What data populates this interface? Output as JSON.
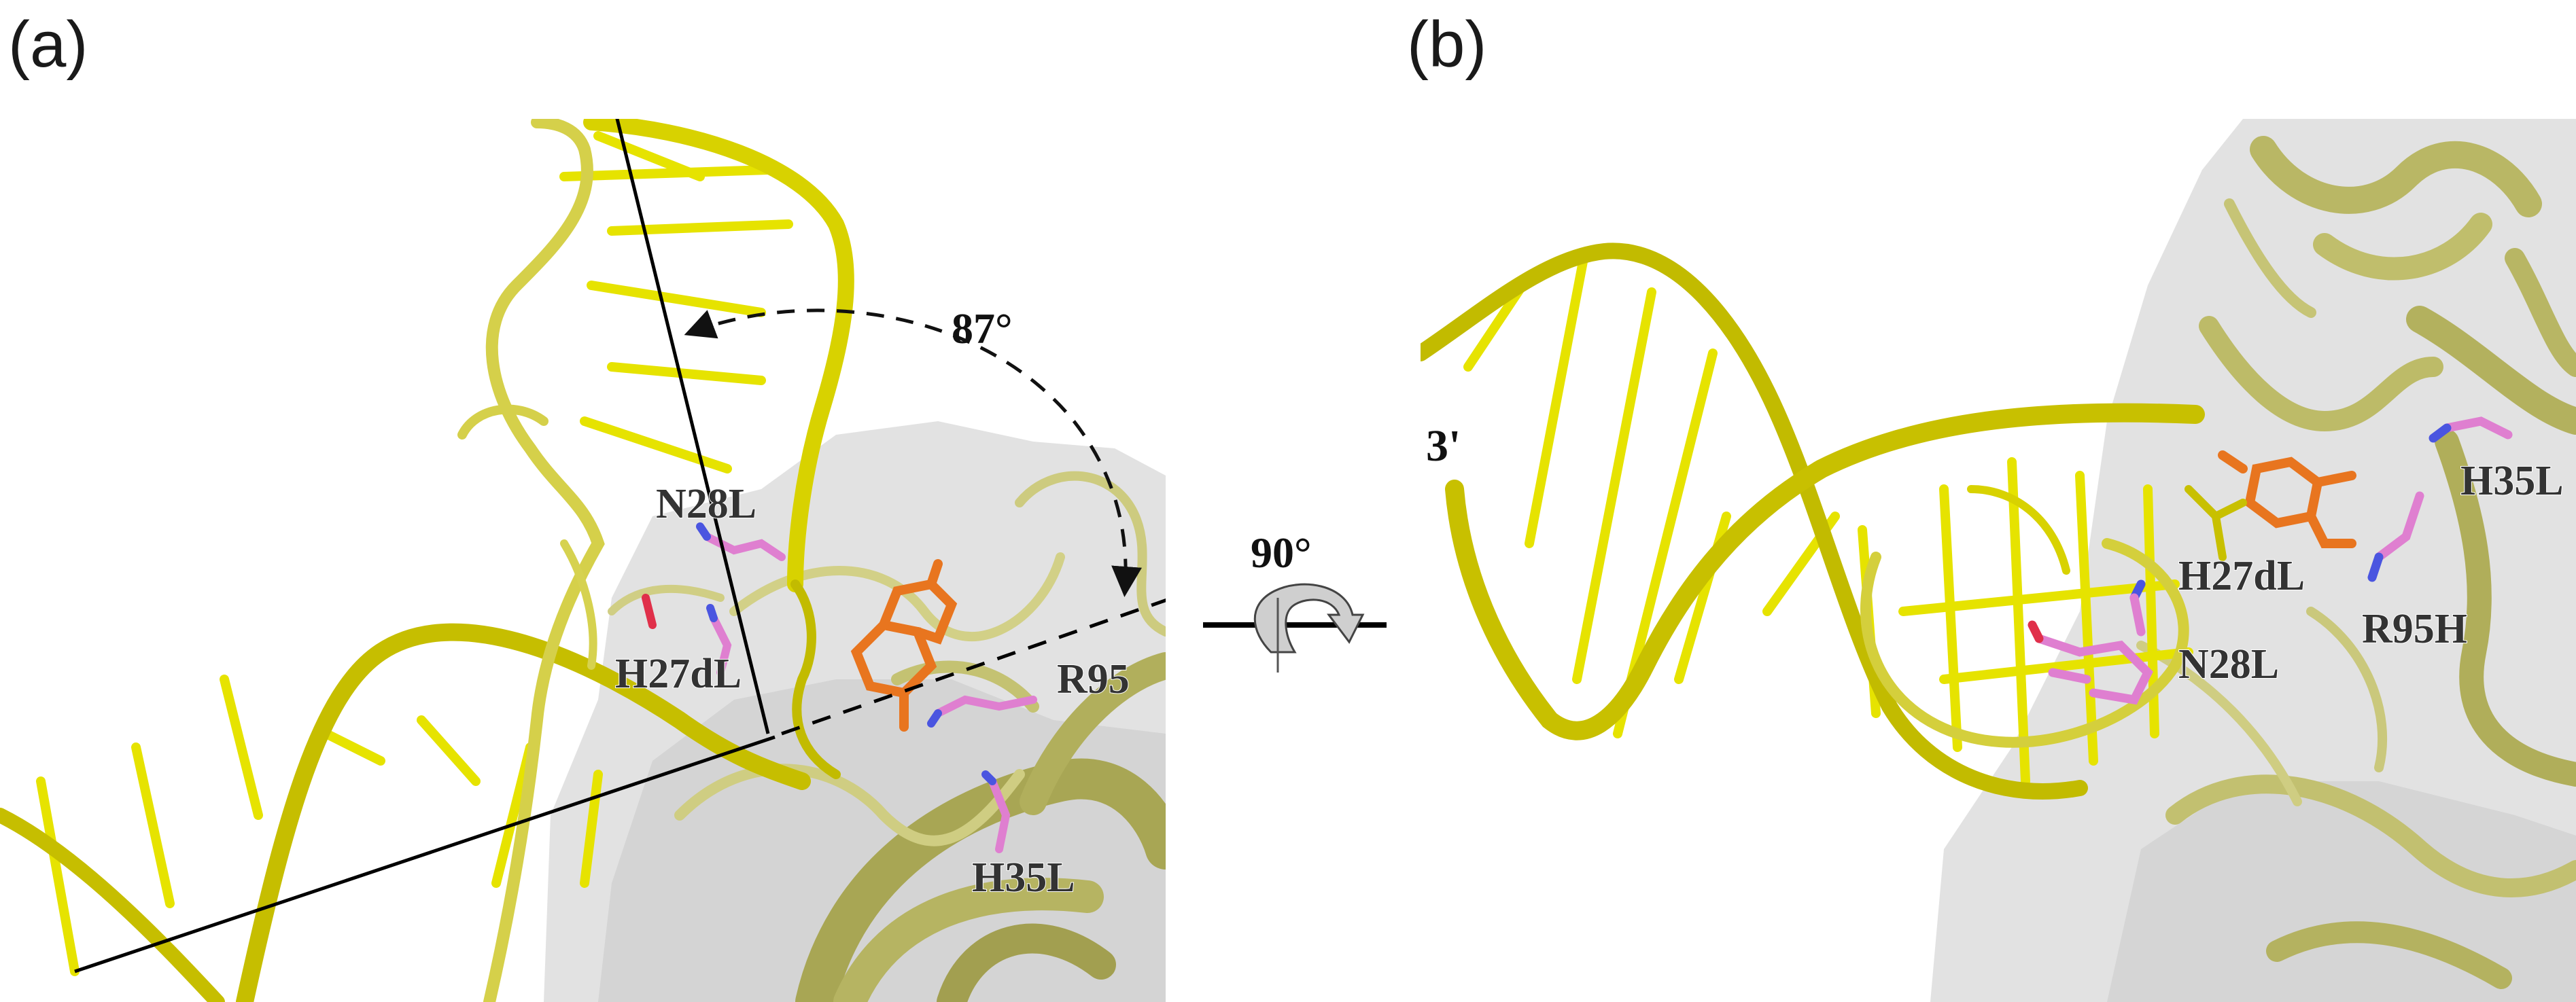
{
  "colors": {
    "dna_backbone": "#c8c000",
    "dna_base": "#e9e600",
    "protein": "#b7b560",
    "surface": "#d6d6d6",
    "ligand": "#e8751f",
    "residue": "#df7fd0",
    "nitrogen": "#4a55e0",
    "oxygen": "#e0304a"
  },
  "panel_a": {
    "label": "(a)",
    "residues": [
      "N28L",
      "H27dL",
      "R95",
      "H35L"
    ],
    "angle": "87°"
  },
  "rotation": {
    "angle": "90°",
    "icon": "rotate-arrow-icon"
  },
  "panel_b": {
    "label": "(b)",
    "end_label": "3'",
    "residues": [
      "H27dL",
      "N28L",
      "R95H",
      "H35L"
    ]
  }
}
